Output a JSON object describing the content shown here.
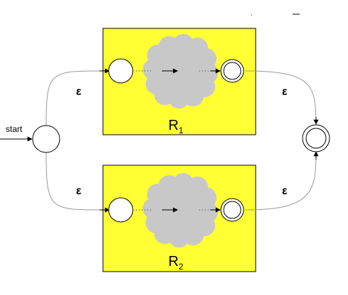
{
  "diagram": {
    "start_label": "start",
    "epsilon": "ε",
    "colors": {
      "box_fill": "#ffff33",
      "cloud_fill": "#c8c8c8",
      "stroke": "#000000",
      "edge": "#9a9a9a"
    },
    "boxes": [
      {
        "name": "R",
        "subscript": "1"
      },
      {
        "name": "R",
        "subscript": "2"
      }
    ]
  }
}
